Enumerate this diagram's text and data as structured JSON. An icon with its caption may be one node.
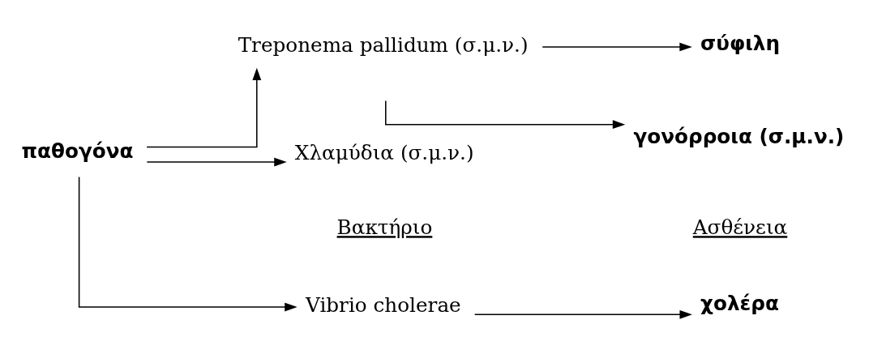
{
  "diagram": {
    "nodes": [
      {
        "text": [
          "παθογόνα"
        ]
      },
      {
        "text": [
          "Vibrio cholerae"
        ]
      },
      {
        "text": [
          "Χλαμύδια (σ.μ.ν.)"
        ]
      },
      {
        "text": [
          "Treponema pallidum (σ.μ.ν.)"
        ]
      },
      {
        "text": [
          "χολέρα"
        ]
      },
      {
        "text": [
          "γονόρροια (σ.μ.ν.)"
        ]
      },
      {
        "text": [
          "σύφιλη"
        ]
      }
    ],
    "edges": [
      {
        "from": 0,
        "to": 1,
        "arrow": "to"
      },
      {
        "from": 0,
        "to": 2,
        "arrow": "to"
      },
      {
        "from": 0,
        "to": 3,
        "arrow": "to"
      },
      {
        "from": 1,
        "to": 4,
        "arrow": "to"
      },
      {
        "from": null,
        "to": 5,
        "arrow": "to"
      },
      {
        "from": 3,
        "to": 6,
        "arrow": "to"
      }
    ],
    "labels": [
      "Βακτήριο",
      "Ασθένεια"
    ]
  }
}
